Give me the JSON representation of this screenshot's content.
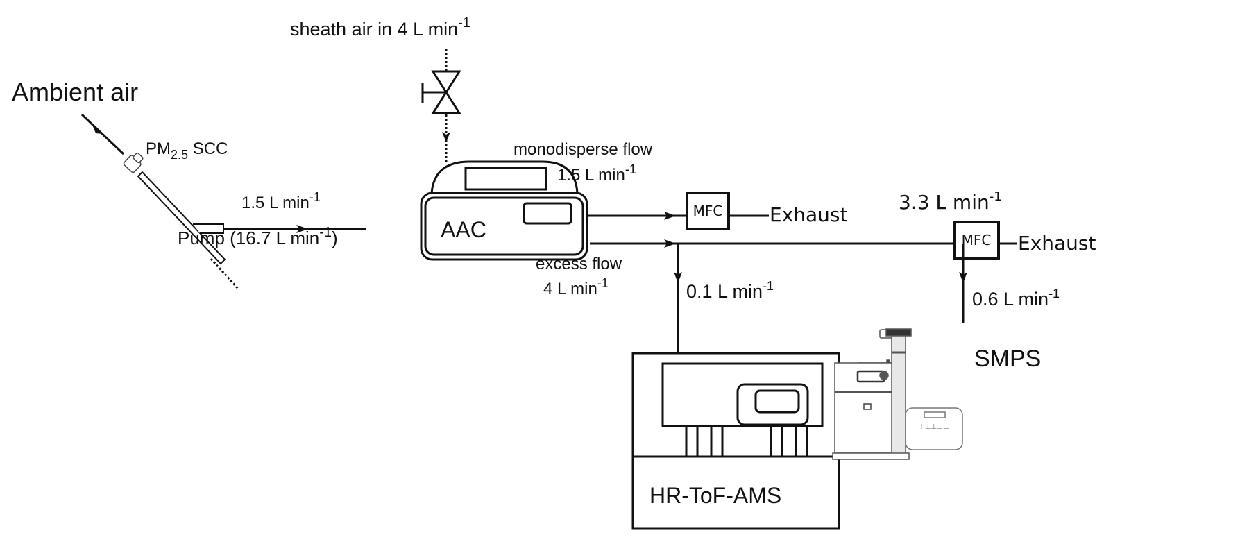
{
  "title": "Experimental setup schematic",
  "labels": {
    "ambient_air": "Ambient air",
    "pm_main": "PM",
    "pm_sub": "2.5",
    "pm_suffix": " SCC",
    "inlet_flow": "1.5 L min",
    "inlet_flow_exp": "-1",
    "pump": "Pump (16.7 L min",
    "pump_exp": "-1",
    "pump_close": ")",
    "sheath": "sheath air in 4 L min",
    "sheath_exp": "-1",
    "aac": "AAC",
    "mono_title": "monodisperse flow",
    "mono_flow": "1.5 L min",
    "mono_exp": "-1",
    "excess_title": "excess flow",
    "excess_flow": "4 L min",
    "excess_exp": "-1",
    "mfc1": "MFC",
    "exhaust1": "Exhaust",
    "mfc2": "MFC",
    "exhaust2": "Exhaust",
    "mfc2_flow": "3.3 L min",
    "mfc2_exp": "-1",
    "ams_flow": "0.1 L min",
    "ams_exp": "-1",
    "smps_flow": "0.6 L min",
    "smps_exp": "-1",
    "smps": "SMPS",
    "ams": "HR-ToF-AMS"
  },
  "colors": {
    "line": "#111111",
    "background": "#ffffff"
  }
}
